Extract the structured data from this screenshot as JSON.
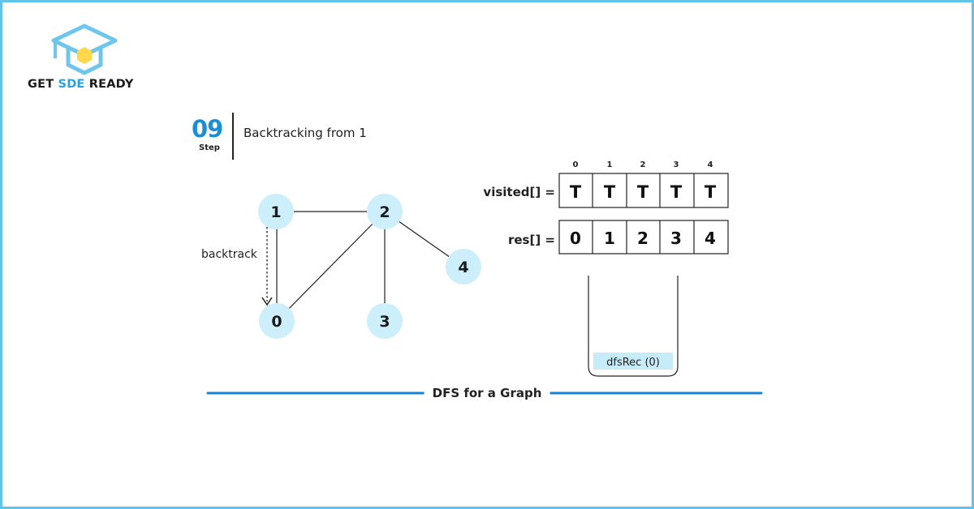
{
  "logo": {
    "text_before": "GET ",
    "text_accent": "SDE",
    "text_after": " READY"
  },
  "step": {
    "number": "09",
    "label": "Step",
    "title": "Backtracking from 1"
  },
  "graph": {
    "nodes": [
      "1",
      "2",
      "4",
      "0",
      "3"
    ],
    "backtrack_label": "backtrack"
  },
  "arrays": {
    "indices": [
      "0",
      "1",
      "2",
      "3",
      "4"
    ],
    "visited_label": "visited[] =",
    "visited": [
      "T",
      "T",
      "T",
      "T",
      "T"
    ],
    "res_label": "res[] =",
    "res": [
      "0",
      "1",
      "2",
      "3",
      "4"
    ]
  },
  "stack": {
    "frames": [
      "dfsRec (0)"
    ]
  },
  "footer": {
    "title": "DFS for a Graph"
  },
  "colors": {
    "accent": "#1b8fd6",
    "node_fill": "#cdeefb",
    "stack_frame_fill": "#c6ecfa",
    "divider_line": "#1a82d4",
    "border": "#5fc3ea"
  }
}
